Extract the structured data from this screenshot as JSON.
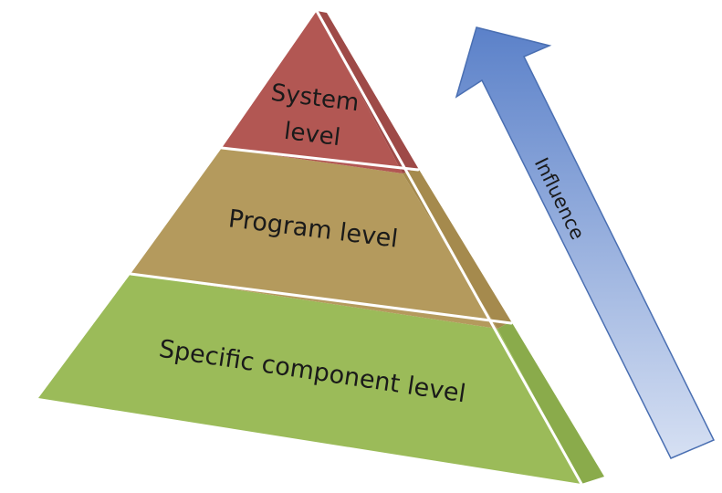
{
  "diagram": {
    "tiers": [
      {
        "label_lines": [
          "System",
          "level"
        ],
        "face_color": "#b25753",
        "side_color": "#9e4a47"
      },
      {
        "label_lines": [
          "Program level"
        ],
        "face_color": "#b49a5d",
        "side_color": "#a58a4d"
      },
      {
        "label_lines": [
          "Specific component level"
        ],
        "face_color": "#9bbb59",
        "side_color": "#8aab4b"
      }
    ],
    "arrow": {
      "label": "Influence",
      "color_top": "#5b81c9",
      "color_bottom": "#d6e0f3"
    }
  }
}
